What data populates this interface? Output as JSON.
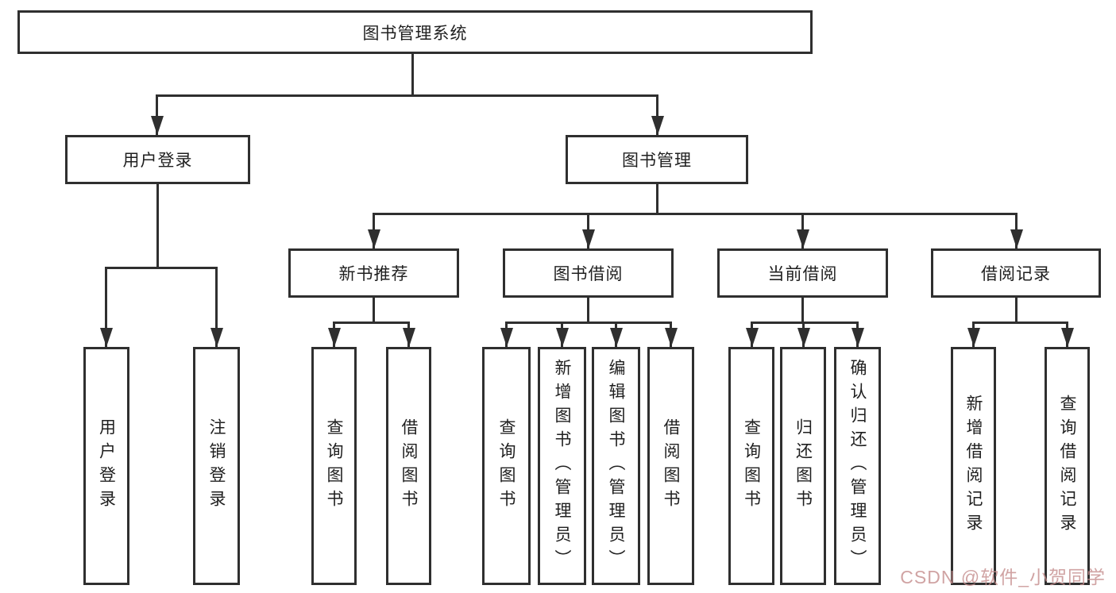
{
  "diagram": {
    "root": {
      "label": "图书管理系统"
    },
    "level2": {
      "user_login": {
        "label": "用户登录"
      },
      "book_mgmt": {
        "label": "图书管理"
      }
    },
    "level3": {
      "new_books": {
        "label": "新书推荐"
      },
      "borrowing": {
        "label": "图书借阅"
      },
      "current": {
        "label": "当前借阅"
      },
      "records": {
        "label": "借阅记录"
      }
    },
    "leaves": {
      "user_login": {
        "label": "用户登录"
      },
      "logout": {
        "label": "注销登录"
      },
      "nb_query": {
        "label": "查询图书"
      },
      "nb_borrow": {
        "label": "借阅图书"
      },
      "bb_query": {
        "label": "查询图书"
      },
      "bb_add": {
        "label": "新增图书（管理员）"
      },
      "bb_edit": {
        "label": "编辑图书（管理员）"
      },
      "bb_borrow": {
        "label": "借阅图书"
      },
      "cb_query": {
        "label": "查询图书"
      },
      "cb_return": {
        "label": "归还图书"
      },
      "cb_confirm": {
        "label": "确认归还（管理员）"
      },
      "br_add": {
        "label": "新增借阅记录"
      },
      "br_query": {
        "label": "查询借阅记录"
      }
    }
  },
  "watermark": {
    "text": "CSDN @软件_小贺同学"
  },
  "colors": {
    "line": "#2f2f2f",
    "text": "#1f1f1f",
    "watermark": "#c48c8c"
  }
}
